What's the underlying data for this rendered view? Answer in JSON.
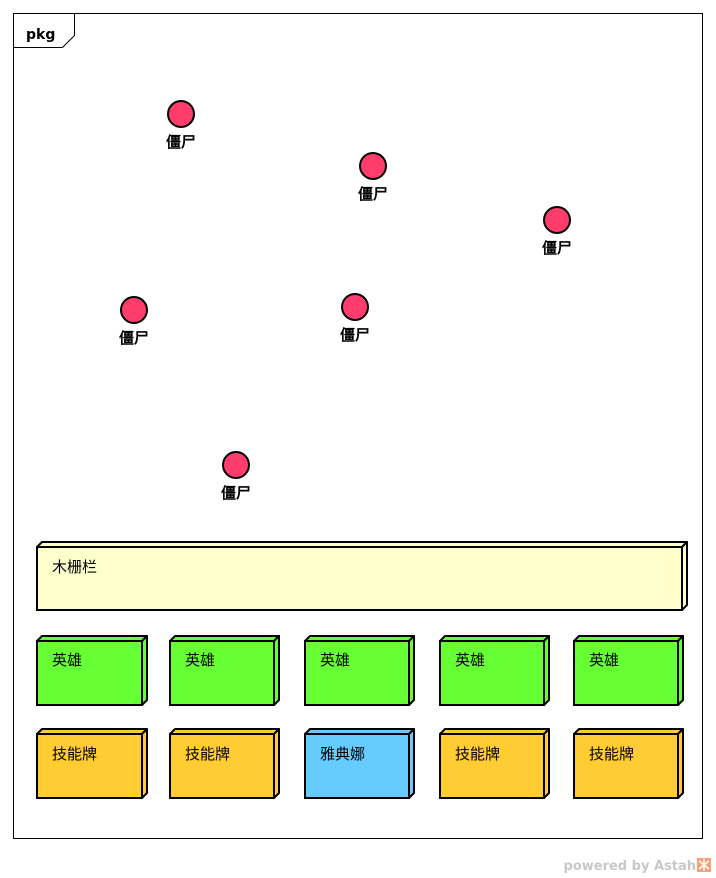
{
  "package": {
    "name": "pkg"
  },
  "actors": [
    {
      "label": "僵尸"
    },
    {
      "label": "僵尸"
    },
    {
      "label": "僵尸"
    },
    {
      "label": "僵尸"
    },
    {
      "label": "僵尸"
    },
    {
      "label": "僵尸"
    }
  ],
  "fence": {
    "label": "木栅栏"
  },
  "heroes": [
    {
      "label": "英雄"
    },
    {
      "label": "英雄"
    },
    {
      "label": "英雄"
    },
    {
      "label": "英雄"
    },
    {
      "label": "英雄"
    }
  ],
  "cards": [
    {
      "label": "技能牌"
    },
    {
      "label": "技能牌"
    },
    {
      "label": "雅典娜"
    },
    {
      "label": "技能牌"
    },
    {
      "label": "技能牌"
    }
  ],
  "colors": {
    "zombie": "#ff3d6c",
    "fence": "#ffffcc",
    "hero": "#66ff33",
    "card": "#ffcc33",
    "athena": "#66ccff"
  },
  "watermark": {
    "text": "powered by Astah"
  }
}
